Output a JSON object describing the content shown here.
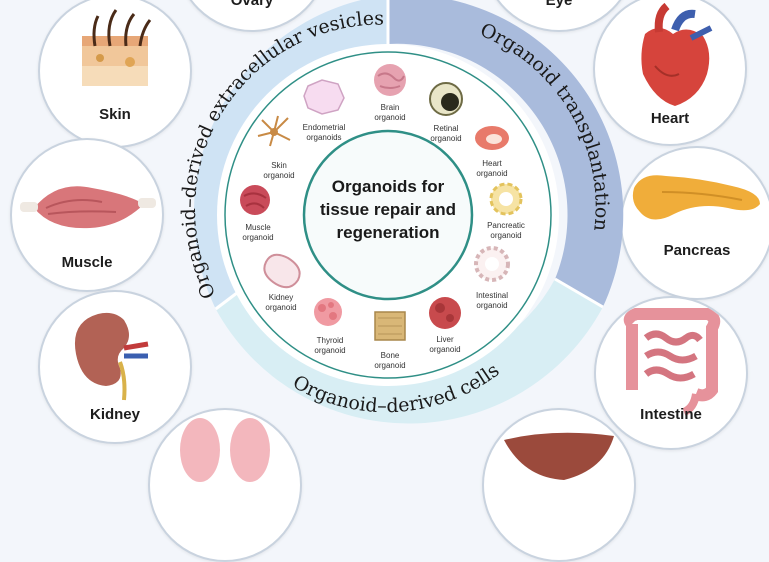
{
  "organs": {
    "ovary": "Ovary",
    "eye": "Eye",
    "skin": "Skin",
    "heart": "Heart",
    "muscle": "Muscle",
    "pancreas": "Pancreas",
    "kidney": "Kidney",
    "intestine": "Intestine"
  },
  "segments": {
    "extracellular_vesicles": "Organoid–derived extracellular vesicles",
    "transplantation": "Organoid transplantation",
    "derived_cells": "Organoid–derived cells"
  },
  "center": {
    "line1": "Organoids for",
    "line2": "tissue repair and",
    "line3": "regeneration"
  },
  "organoids": {
    "brain": [
      "Brain",
      "organoid"
    ],
    "retinal": [
      "Retinal",
      "organoid"
    ],
    "heart": [
      "Heart",
      "organoid"
    ],
    "pancreatic": [
      "Pancreatic",
      "organoid"
    ],
    "intestinal": [
      "Intestinal",
      "organoid"
    ],
    "liver": [
      "Liver",
      "organoid"
    ],
    "bone": [
      "Bone",
      "organoid"
    ],
    "thyroid": [
      "Thyroid",
      "organoid"
    ],
    "kidney": [
      "Kidney",
      "organoid"
    ],
    "muscle": [
      "Muscle",
      "organoid"
    ],
    "skin": [
      "Skin",
      "organoid"
    ],
    "endometrial": [
      "Endometrial",
      "organoids"
    ]
  },
  "colors": {
    "vesicles_segment": "#cfe3f4",
    "transplant_segment": "#a9bbdc",
    "cells_segment": "#d8eef4",
    "ring_border": "#2f8f86"
  }
}
